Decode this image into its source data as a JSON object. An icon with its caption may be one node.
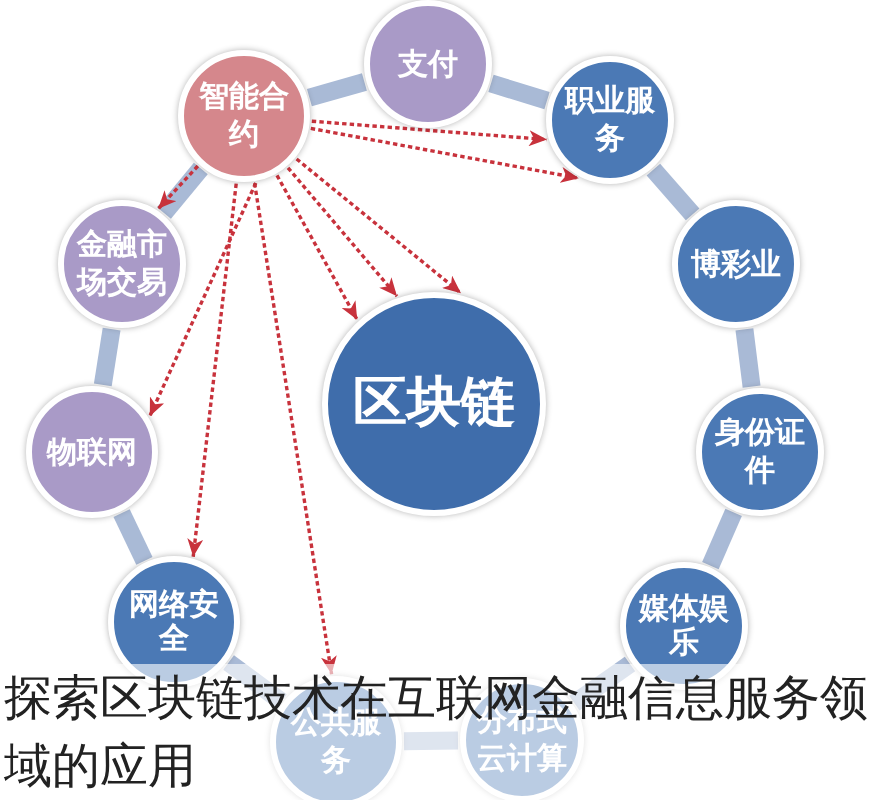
{
  "diagram": {
    "caption": "探索区块链技术在互联网金融信息服务领域的应用",
    "nodes": [
      {
        "text": [
          "智能合约"
        ]
      },
      {
        "text": [
          "支付"
        ]
      },
      {
        "text": [
          "职业服务"
        ]
      },
      {
        "text": [
          "博彩业"
        ]
      },
      {
        "text": [
          "身份证件"
        ]
      },
      {
        "text": [
          "媒体娱乐"
        ]
      },
      {
        "text": [
          "分布式云计算"
        ]
      },
      {
        "text": [
          "公共服务"
        ]
      },
      {
        "text": [
          "网络安全"
        ]
      },
      {
        "text": [
          "物联网"
        ]
      },
      {
        "text": [
          "金融市场交易"
        ]
      },
      {
        "text": [
          "区块链"
        ]
      }
    ],
    "edges": [
      {
        "from": 0,
        "to": 1,
        "arrow": "none"
      },
      {
        "from": 1,
        "to": 2,
        "arrow": "none"
      },
      {
        "from": 2,
        "to": 3,
        "arrow": "none"
      },
      {
        "from": 3,
        "to": 4,
        "arrow": "none"
      },
      {
        "from": 4,
        "to": 5,
        "arrow": "none"
      },
      {
        "from": 5,
        "to": 6,
        "arrow": "none"
      },
      {
        "from": 6,
        "to": 7,
        "arrow": "none"
      },
      {
        "from": 7,
        "to": 8,
        "arrow": "none"
      },
      {
        "from": 8,
        "to": 9,
        "arrow": "none"
      },
      {
        "from": 9,
        "to": 10,
        "arrow": "none"
      },
      {
        "from": 10,
        "to": 0,
        "arrow": "none"
      },
      {
        "from": 0,
        "to": 2,
        "arrow": "to",
        "style": "dashed",
        "color": "#c8323c"
      },
      {
        "from": 0,
        "to": 2,
        "arrow": "to",
        "style": "dashed",
        "color": "#c8323c"
      },
      {
        "from": 0,
        "to": 11,
        "arrow": "to",
        "style": "dashed",
        "color": "#c8323c"
      },
      {
        "from": 0,
        "to": 11,
        "arrow": "to",
        "style": "dashed",
        "color": "#c8323c"
      },
      {
        "from": 0,
        "to": 11,
        "arrow": "to",
        "style": "dashed",
        "color": "#c8323c"
      },
      {
        "from": 0,
        "to": 7,
        "arrow": "to",
        "style": "dashed",
        "color": "#c8323c"
      },
      {
        "from": 0,
        "to": 8,
        "arrow": "to",
        "style": "dashed",
        "color": "#c8323c"
      },
      {
        "from": 0,
        "to": 9,
        "arrow": "to",
        "style": "dashed",
        "color": "#c8323c"
      },
      {
        "from": 0,
        "to": 10,
        "arrow": "to",
        "style": "dashed",
        "color": "#c8323c"
      }
    ]
  }
}
